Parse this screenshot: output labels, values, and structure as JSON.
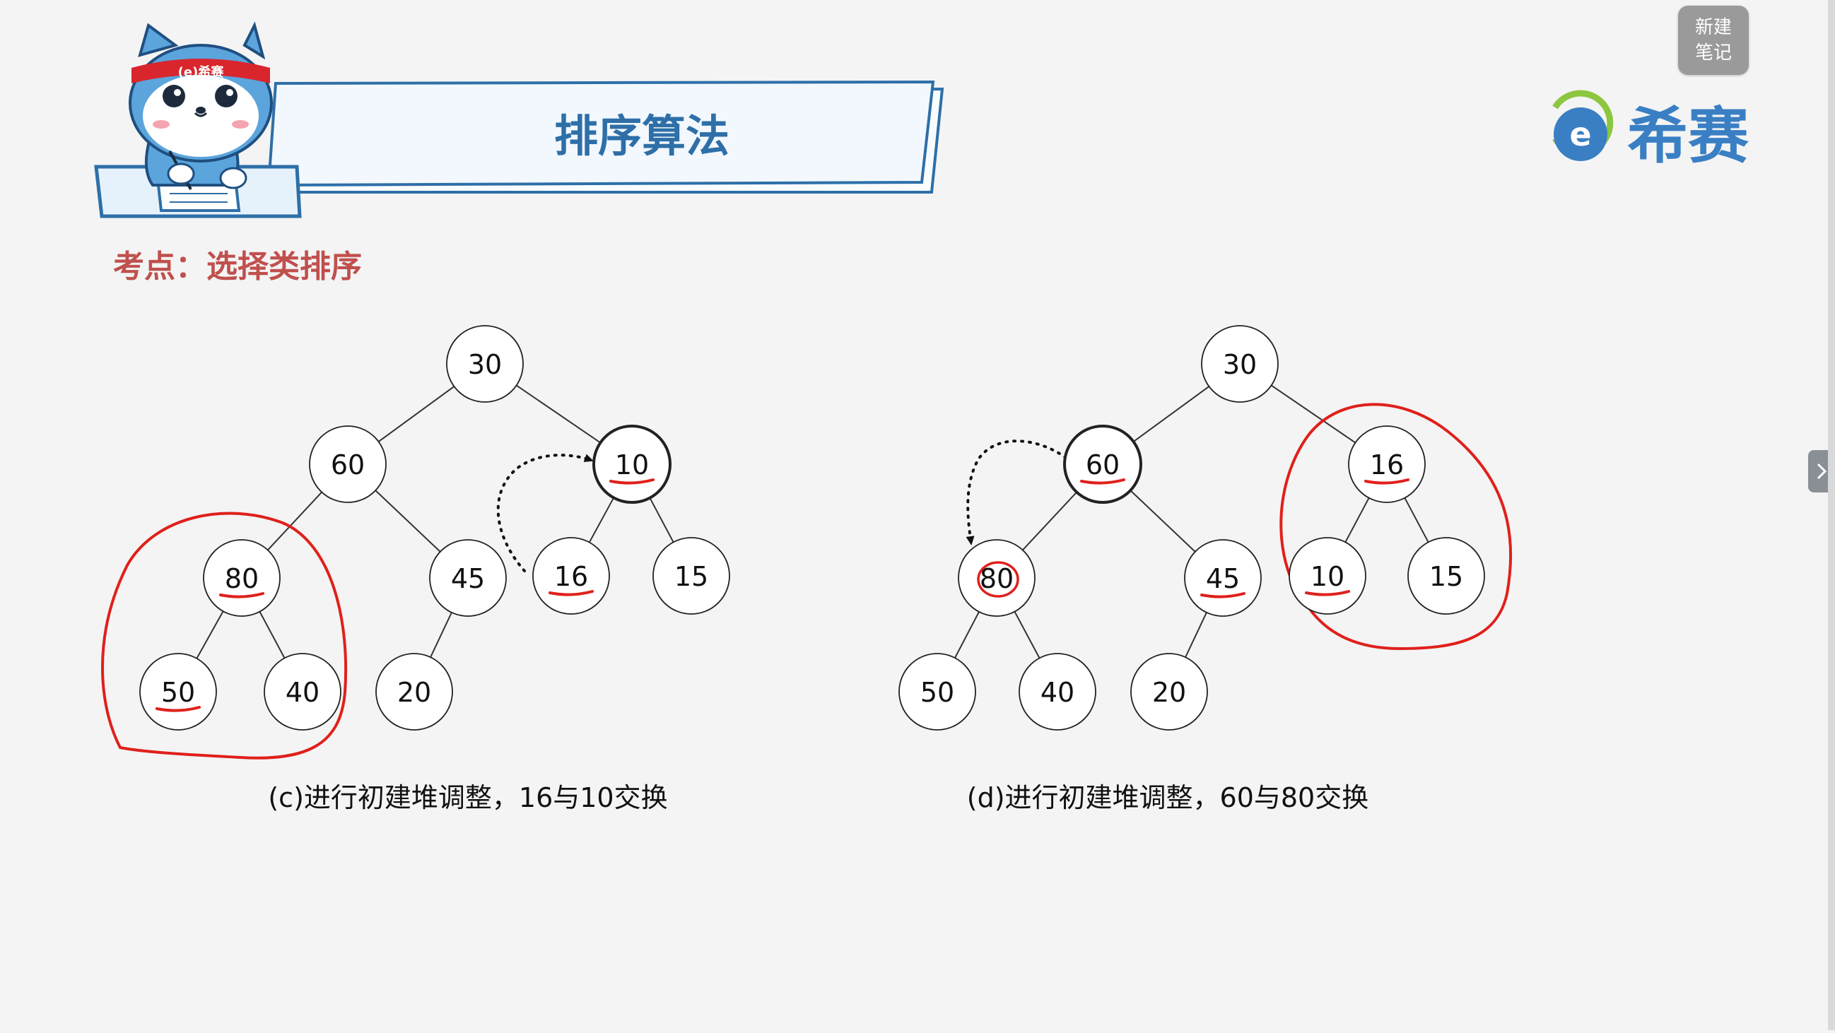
{
  "header": {
    "title": "排序算法",
    "mascot_badge": "(e)希赛"
  },
  "brand": {
    "logo_text": "希赛",
    "logo_mark": "e",
    "color_blue": "#3a7fc4",
    "color_green": "#8dc63f"
  },
  "note_button": {
    "line1": "新建",
    "line2": "笔记"
  },
  "side_tab": {
    "icon": "chevron-right-icon"
  },
  "subtitle": "考点：选择类排序",
  "colors": {
    "title_text": "#2e6fa8",
    "subtitle_text": "#c0504d",
    "annotation_red": "#e0201b",
    "node_stroke": "#222222",
    "edge": "#333333"
  },
  "diagrams": [
    {
      "id": "c",
      "caption": "(c)进行初建堆调整，16与10交换",
      "nodes": [
        {
          "id": "c30",
          "label": "30",
          "bold": false,
          "underline": false
        },
        {
          "id": "c60",
          "label": "60",
          "bold": false,
          "underline": false
        },
        {
          "id": "c10",
          "label": "10",
          "bold": true,
          "underline": true
        },
        {
          "id": "c80",
          "label": "80",
          "bold": false,
          "underline": true
        },
        {
          "id": "c45",
          "label": "45",
          "bold": false,
          "underline": false
        },
        {
          "id": "c16",
          "label": "16",
          "bold": false,
          "underline": true
        },
        {
          "id": "c15",
          "label": "15",
          "bold": false,
          "underline": false
        },
        {
          "id": "c50",
          "label": "50",
          "bold": false,
          "underline": true
        },
        {
          "id": "c40",
          "label": "40",
          "bold": false,
          "underline": false
        },
        {
          "id": "c20",
          "label": "20",
          "bold": false,
          "underline": false
        }
      ],
      "edges": [
        [
          "c30",
          "c60"
        ],
        [
          "c30",
          "c10"
        ],
        [
          "c60",
          "c80"
        ],
        [
          "c60",
          "c45"
        ],
        [
          "c10",
          "c16"
        ],
        [
          "c10",
          "c15"
        ],
        [
          "c80",
          "c50"
        ],
        [
          "c80",
          "c40"
        ],
        [
          "c45",
          "c20"
        ]
      ],
      "swap_arrow": {
        "from": "c16",
        "to": "c10"
      },
      "red_loop": [
        "c80",
        "c50",
        "c40"
      ]
    },
    {
      "id": "d",
      "caption": "(d)进行初建堆调整，60与80交换",
      "nodes": [
        {
          "id": "d30",
          "label": "30",
          "bold": false,
          "underline": false
        },
        {
          "id": "d60",
          "label": "60",
          "bold": true,
          "underline": true
        },
        {
          "id": "d16",
          "label": "16",
          "bold": false,
          "underline": true
        },
        {
          "id": "d80",
          "label": "80",
          "bold": false,
          "underline": false,
          "circled": true
        },
        {
          "id": "d45",
          "label": "45",
          "bold": false,
          "underline": true
        },
        {
          "id": "d10",
          "label": "10",
          "bold": false,
          "underline": true
        },
        {
          "id": "d15",
          "label": "15",
          "bold": false,
          "underline": false
        },
        {
          "id": "d50",
          "label": "50",
          "bold": false,
          "underline": false
        },
        {
          "id": "d40",
          "label": "40",
          "bold": false,
          "underline": false
        },
        {
          "id": "d20",
          "label": "20",
          "bold": false,
          "underline": false
        }
      ],
      "edges": [
        [
          "d30",
          "d60"
        ],
        [
          "d30",
          "d16"
        ],
        [
          "d60",
          "d80"
        ],
        [
          "d60",
          "d45"
        ],
        [
          "d16",
          "d10"
        ],
        [
          "d16",
          "d15"
        ],
        [
          "d80",
          "d50"
        ],
        [
          "d80",
          "d40"
        ],
        [
          "d45",
          "d20"
        ]
      ],
      "swap_arrow": {
        "from": "d60",
        "to": "d80"
      },
      "red_loop": [
        "d16",
        "d10",
        "d15"
      ]
    }
  ]
}
